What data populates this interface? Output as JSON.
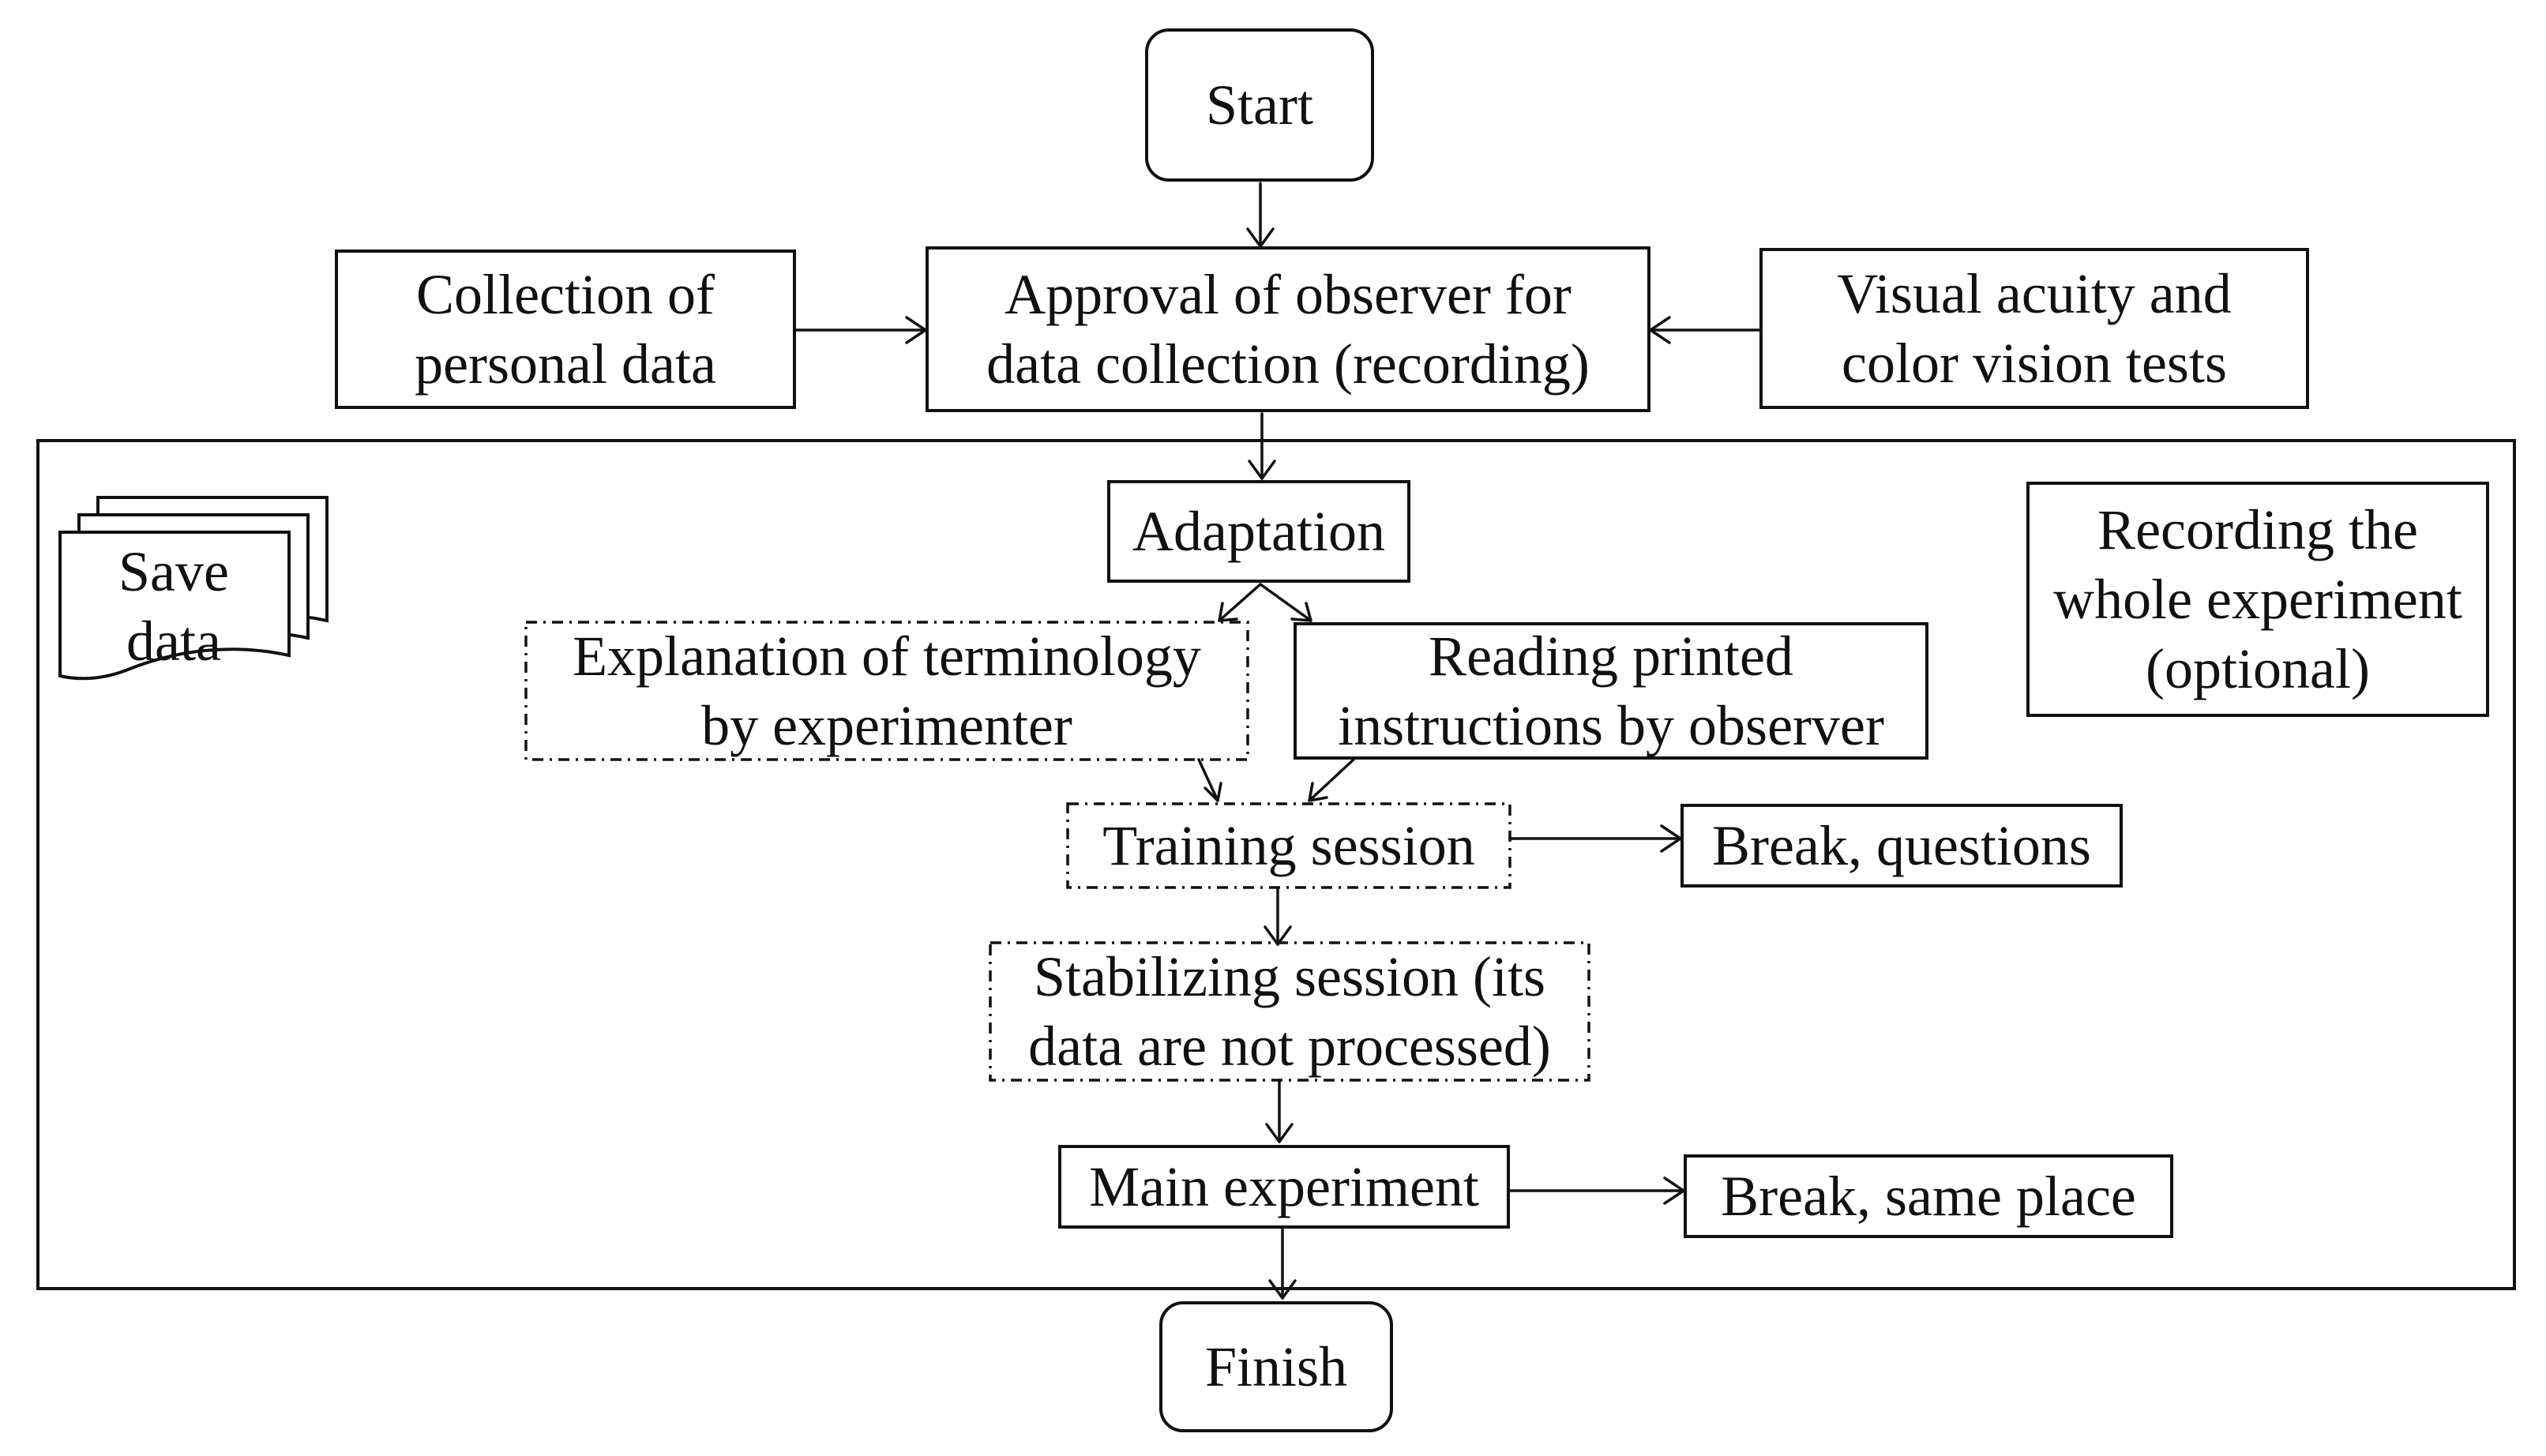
{
  "nodes": {
    "start": "Start",
    "collection": "Collection of\npersonal data",
    "approval": "Approval of observer for\ndata collection (recording)",
    "visual": "Visual acuity and\ncolor vision tests",
    "adaptation": "Adaptation",
    "recording": "Recording the\nwhole experiment\n(optional)",
    "save": "Save\ndata",
    "explanation": "Explanation of terminology\nby experimenter",
    "reading": "Reading printed\ninstructions by observer",
    "training": "Training session",
    "break_questions": "Break, questions",
    "stabilizing": "Stabilizing session (its\ndata are not processed)",
    "main": "Main experiment",
    "break_same": "Break, same place",
    "finish": "Finish"
  },
  "edges": [
    {
      "from": "start",
      "to": "approval"
    },
    {
      "from": "collection",
      "to": "approval"
    },
    {
      "from": "visual",
      "to": "approval"
    },
    {
      "from": "approval",
      "to": "adaptation"
    },
    {
      "from": "adaptation",
      "to": "explanation"
    },
    {
      "from": "adaptation",
      "to": "reading"
    },
    {
      "from": "explanation",
      "to": "training"
    },
    {
      "from": "reading",
      "to": "training"
    },
    {
      "from": "training",
      "to": "break_questions"
    },
    {
      "from": "training",
      "to": "stabilizing"
    },
    {
      "from": "stabilizing",
      "to": "main"
    },
    {
      "from": "main",
      "to": "break_same"
    },
    {
      "from": "main",
      "to": "finish"
    }
  ],
  "colors": {
    "stroke": "#111111",
    "background": "#ffffff"
  }
}
